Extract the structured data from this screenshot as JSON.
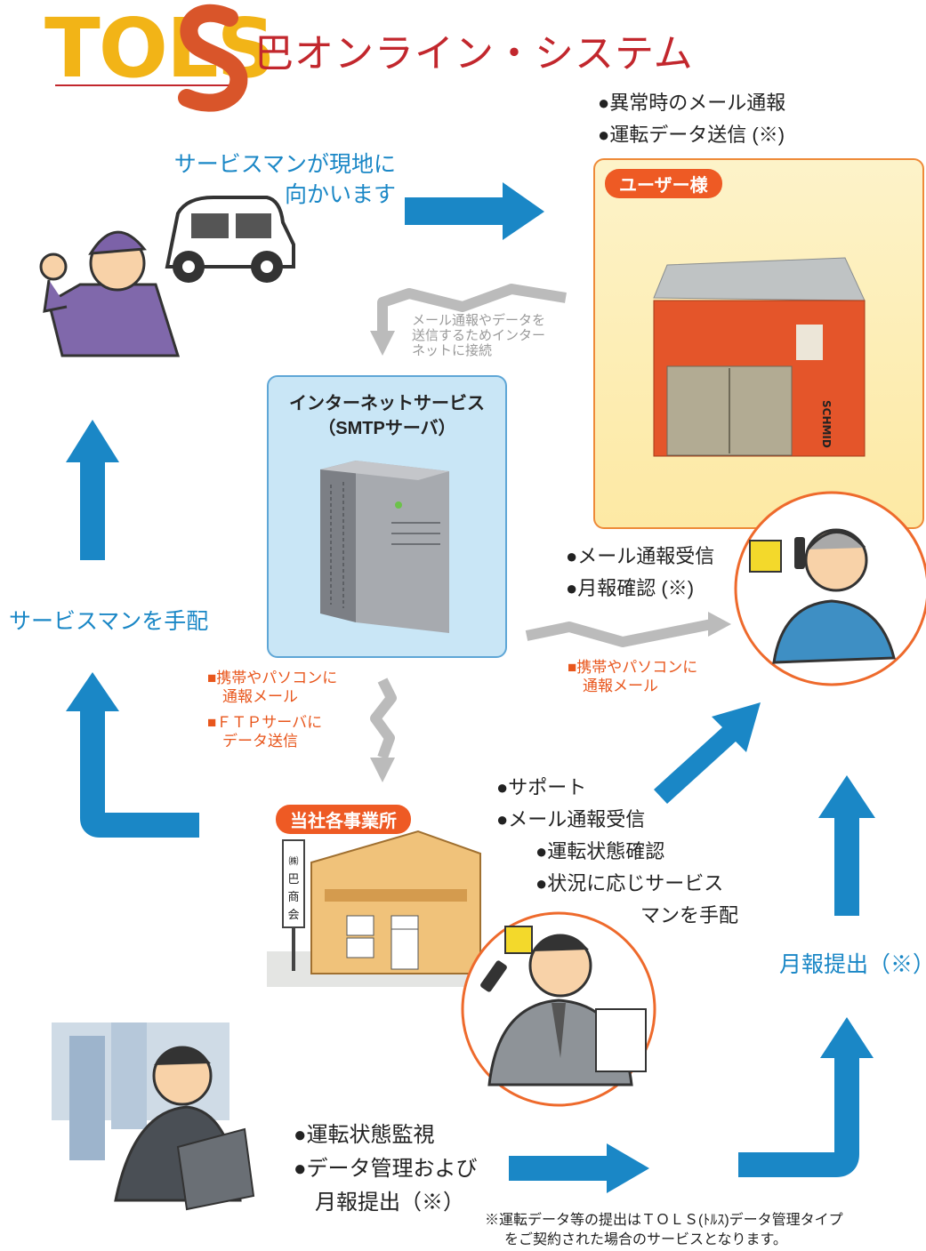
{
  "header": {
    "logo": "TOLS",
    "subtitle": "巴オンライン・システム"
  },
  "colors": {
    "arrow_blue": "#1a87c6",
    "accent_orange": "#ee5a24",
    "logo_yellow": "#f2b417",
    "title_red": "#c2272d"
  },
  "user_bullets": [
    "●異常時のメール通報",
    "●運転データ送信 (※)"
  ],
  "user_badge": "ユーザー様",
  "device_brand": "SCHMID",
  "serviceman_goes": [
    "サービスマンが現地に",
    "向かいます"
  ],
  "internet_note": [
    "メール通報やデータを",
    "送信するためインター",
    "ネットに接続"
  ],
  "internet_box": {
    "title": "インターネットサービス",
    "subtitle": "（SMTPサーバ）"
  },
  "customer_bullets": [
    "●メール通報受信",
    "●月報確認 (※)"
  ],
  "arrange_serviceman": "サービスマンを手配",
  "server_outputs": [
    "■携帯やパソコンに",
    "　通報メール",
    "■ＦＴＰサーバに",
    "　データ送信"
  ],
  "customer_mail": [
    "■携帯やパソコンに",
    "　通報メール"
  ],
  "office_badge": "当社各事業所",
  "office_sign": [
    "㈱",
    "巴",
    "商",
    "会"
  ],
  "office_bullets": [
    "●サポート",
    "●メール通報受信"
  ],
  "office_sub_bullets": [
    "●運転状態確認",
    "●状況に応じサービス",
    "　マンを手配"
  ],
  "monthly_report": "月報提出（※）",
  "hq_bullets": [
    "●運転状態監視",
    "●データ管理および",
    "　月報提出（※）"
  ],
  "footnote": [
    "※運転データ等の提出はＴＯＬＳ(ﾄﾙｽ)データ管理タイプ",
    "をご契約された場合のサービスとなります。"
  ]
}
